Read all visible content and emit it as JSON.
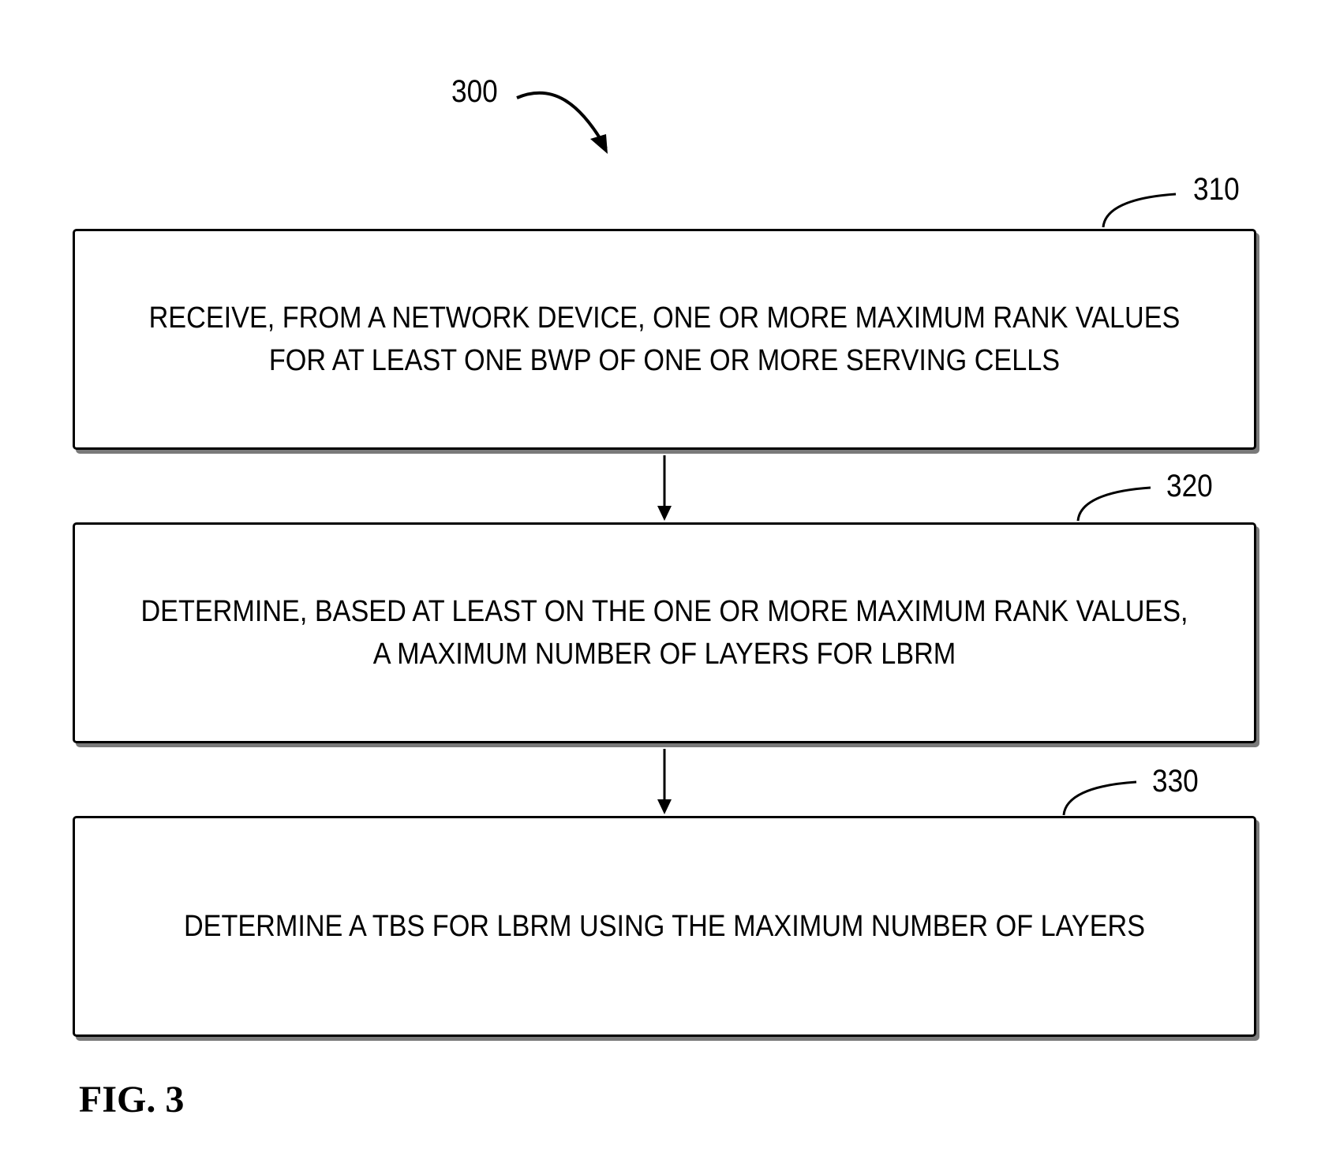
{
  "figure": {
    "reference": "300",
    "caption": "FIG. 3"
  },
  "steps": [
    {
      "ref": "310",
      "text": "RECEIVE, FROM A NETWORK DEVICE, ONE OR MORE MAXIMUM RANK VALUES\nFOR AT LEAST ONE BWP OF ONE OR MORE SERVING CELLS"
    },
    {
      "ref": "320",
      "text": "DETERMINE, BASED AT LEAST ON THE ONE OR MORE MAXIMUM RANK VALUES,\nA MAXIMUM NUMBER OF LAYERS FOR LBRM"
    },
    {
      "ref": "330",
      "text": "DETERMINE A TBS FOR LBRM USING THE MAXIMUM NUMBER OF LAYERS"
    }
  ]
}
